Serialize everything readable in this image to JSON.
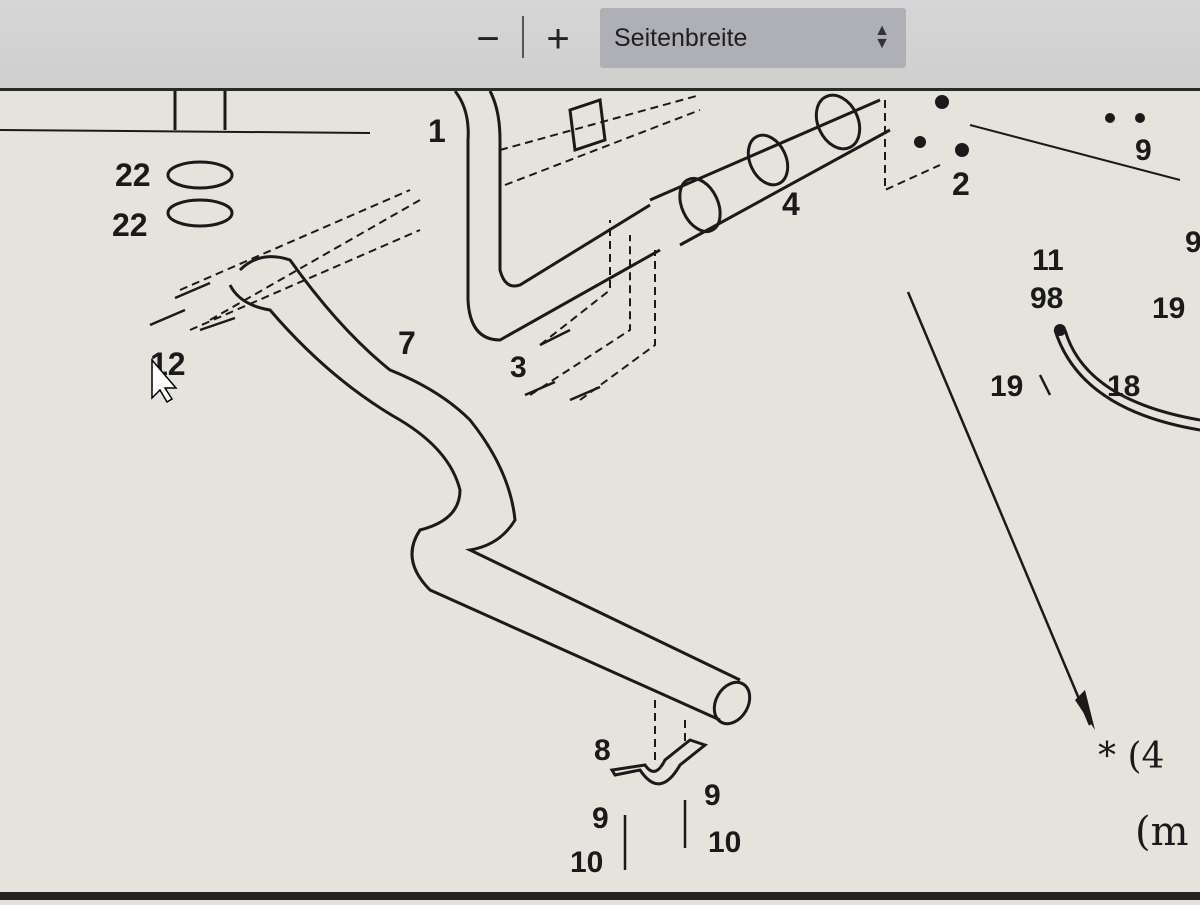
{
  "toolbar": {
    "zoom_out_label": "−",
    "zoom_in_label": "+",
    "zoom_mode": "Seitenbreite",
    "zoom_mode_icon": "updown-arrows-icon"
  },
  "diagram": {
    "labels": {
      "p22a": "22",
      "p22b": "22",
      "p1": "1",
      "p2": "2",
      "p4": "4",
      "p9top": "9",
      "p11": "11",
      "p98": "98",
      "p19a": "19",
      "p19b": "19",
      "p18": "18",
      "p7": "7",
      "p12": "12",
      "p3": "3",
      "p8": "8",
      "p9l": "9",
      "p9r": "9",
      "p10l": "10",
      "p10r": "10",
      "p9edge": "9"
    },
    "handwriting": {
      "line1": "* (4",
      "line2": "(m"
    }
  }
}
